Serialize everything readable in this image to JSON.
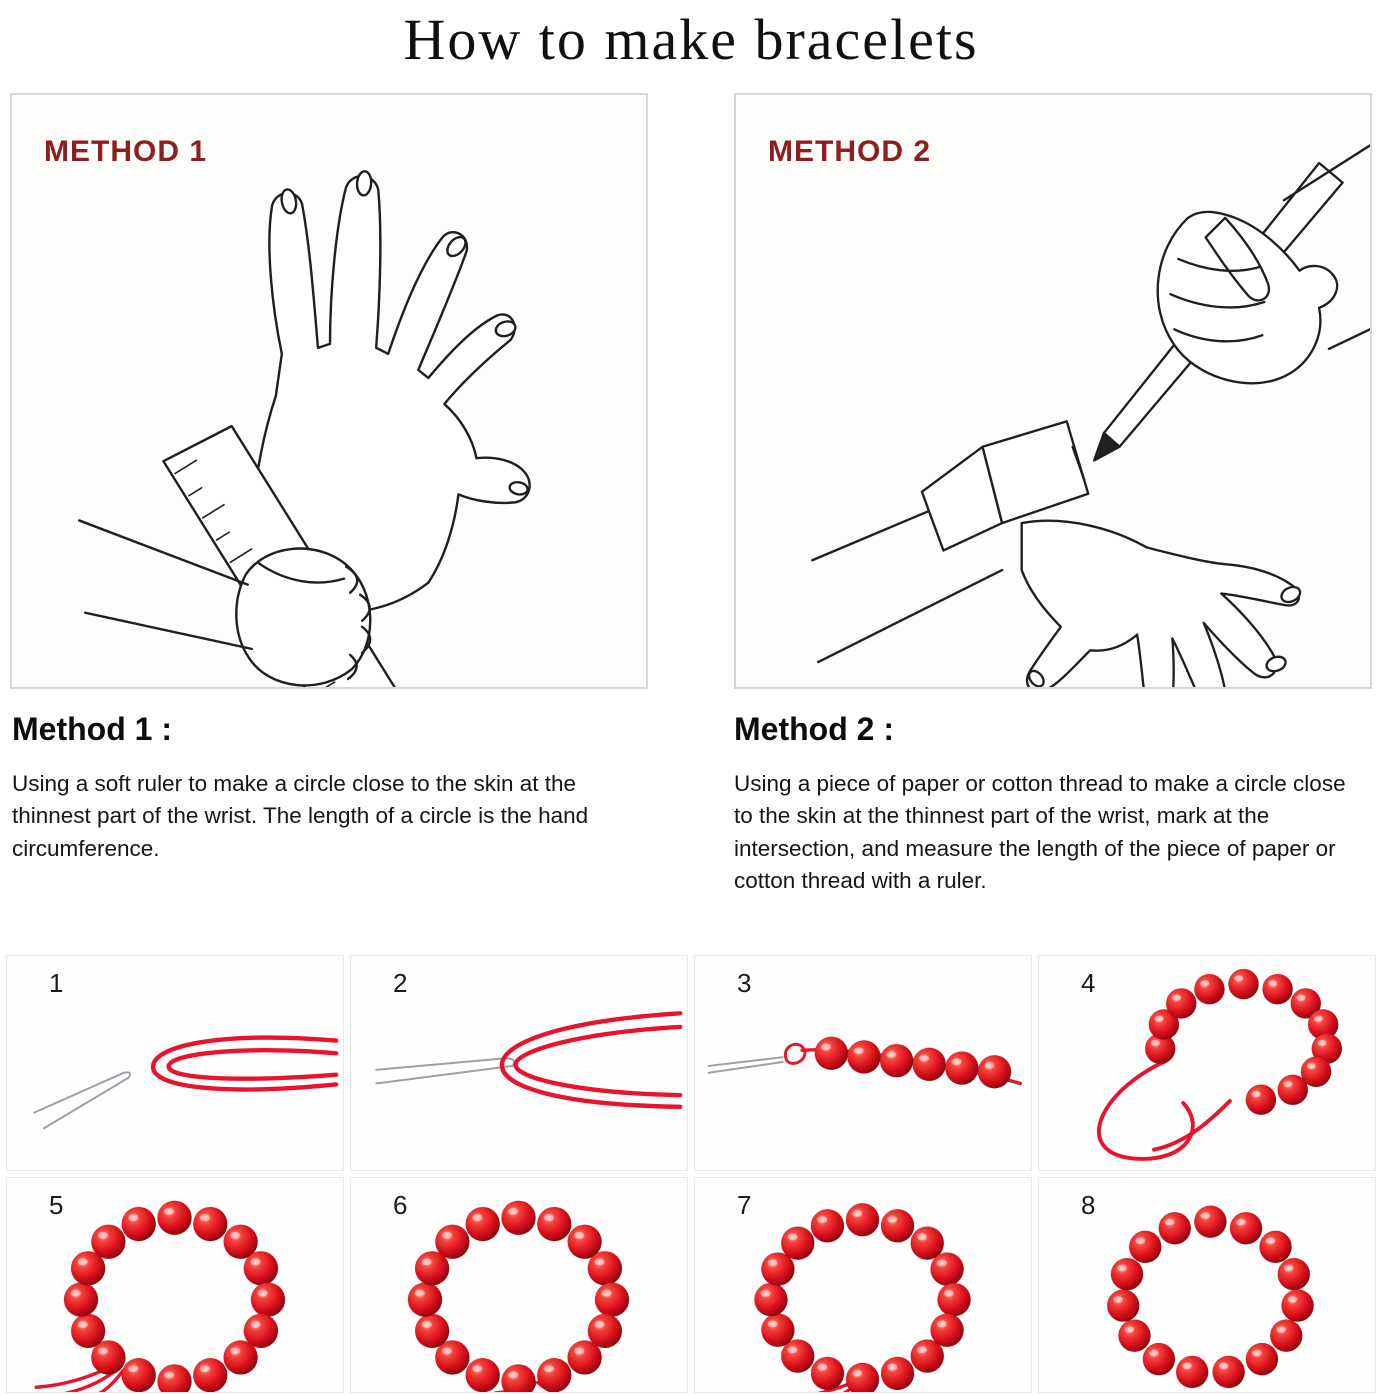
{
  "title": "How to make bracelets",
  "panels": [
    {
      "label": "METHOD 1"
    },
    {
      "label": "METHOD 2"
    }
  ],
  "methods": [
    {
      "heading": "Method 1 :",
      "description": "Using a soft ruler to make a circle close to the skin at the thinnest part of the wrist. The length of a circle is the hand circumference."
    },
    {
      "heading": "Method 2 :",
      "description": "Using a piece of paper or cotton thread to make a circle close to the skin at the thinnest part of the wrist, mark at the intersection, and measure the length of the piece of paper or cotton thread with a ruler."
    }
  ],
  "steps": [
    {
      "number": "1"
    },
    {
      "number": "2"
    },
    {
      "number": "3"
    },
    {
      "number": "4"
    },
    {
      "number": "5"
    },
    {
      "number": "6"
    },
    {
      "number": "7"
    },
    {
      "number": "8"
    }
  ],
  "colors": {
    "method_label": "#8e1f1f",
    "bead_red": "#d90f1b",
    "cord_red": "#e8142d",
    "line_art": "#1f1f1f",
    "wire_gray": "#9aa0a6"
  }
}
